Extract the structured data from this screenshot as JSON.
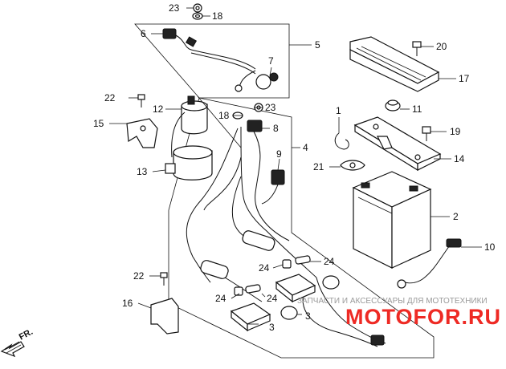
{
  "callouts": {
    "c23a": "23",
    "c18a": "18",
    "c6": "6",
    "c5": "5",
    "c7": "7",
    "c20": "20",
    "c17": "17",
    "c22a": "22",
    "c12": "12",
    "c18b": "18",
    "c23b": "23",
    "c8": "8",
    "c4": "4",
    "c1": "1",
    "c11": "11",
    "c15": "15",
    "c19": "19",
    "c9": "9",
    "c21": "21",
    "c14": "14",
    "c13": "13",
    "c2": "2",
    "c10": "10",
    "c24a": "24",
    "c24b": "24",
    "c22b": "22",
    "c24c": "24",
    "c24d": "24",
    "c3a": "3",
    "c16": "16",
    "c3b": "3"
  },
  "watermark": {
    "tagline": "ЗАПЧАСТИ И АКСЕССУАРЫ ДЛЯ МОТОТЕХНИКИ",
    "brand": "MOTOFOR.RU"
  },
  "direction_label": "FR."
}
